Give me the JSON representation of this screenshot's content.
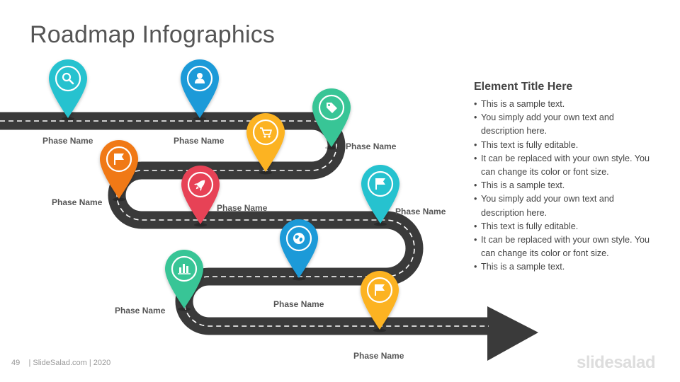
{
  "title": "Roadmap Infographics",
  "colors": {
    "road": "#3a3a3a",
    "teal": "#26c2cf",
    "blue": "#1b9ad8",
    "green": "#37c596",
    "yellow": "#fcb320",
    "orange": "#f07918",
    "red": "#e74357"
  },
  "markers": [
    {
      "icon": "search-icon",
      "color": "teal",
      "label": "Phase Name"
    },
    {
      "icon": "user-icon",
      "color": "blue",
      "label": "Phase Name"
    },
    {
      "icon": "cart-icon",
      "color": "yellow",
      "label": ""
    },
    {
      "icon": "tag-icon",
      "color": "green",
      "label": "Phase Name"
    },
    {
      "icon": "flag-icon",
      "color": "orange",
      "label": "Phase Name"
    },
    {
      "icon": "rocket-icon",
      "color": "red",
      "label": "Phase Name"
    },
    {
      "icon": "flag-icon",
      "color": "teal",
      "label": "Phase Name"
    },
    {
      "icon": "globe-icon",
      "color": "blue",
      "label": "Phase Name"
    },
    {
      "icon": "bar-chart-icon",
      "color": "green",
      "label": "Phase Name"
    },
    {
      "icon": "flag-icon",
      "color": "yellow",
      "label": "Phase Name"
    }
  ],
  "panel": {
    "heading": "Element Title Here",
    "bullets": [
      "This is a sample text.",
      "You simply add your own text and description here.",
      "This text is fully editable.",
      "It can be replaced with your own style. You can change its color or font size.",
      "This is a sample text.",
      "You simply add your own text and description here.",
      "This text is fully editable.",
      "It can be replaced with your own style. You can change its color or font size.",
      "This is a sample text."
    ]
  },
  "footer": {
    "page": "49",
    "source": "| SlideSalad.com | 2020",
    "brand": "slidesalad"
  }
}
